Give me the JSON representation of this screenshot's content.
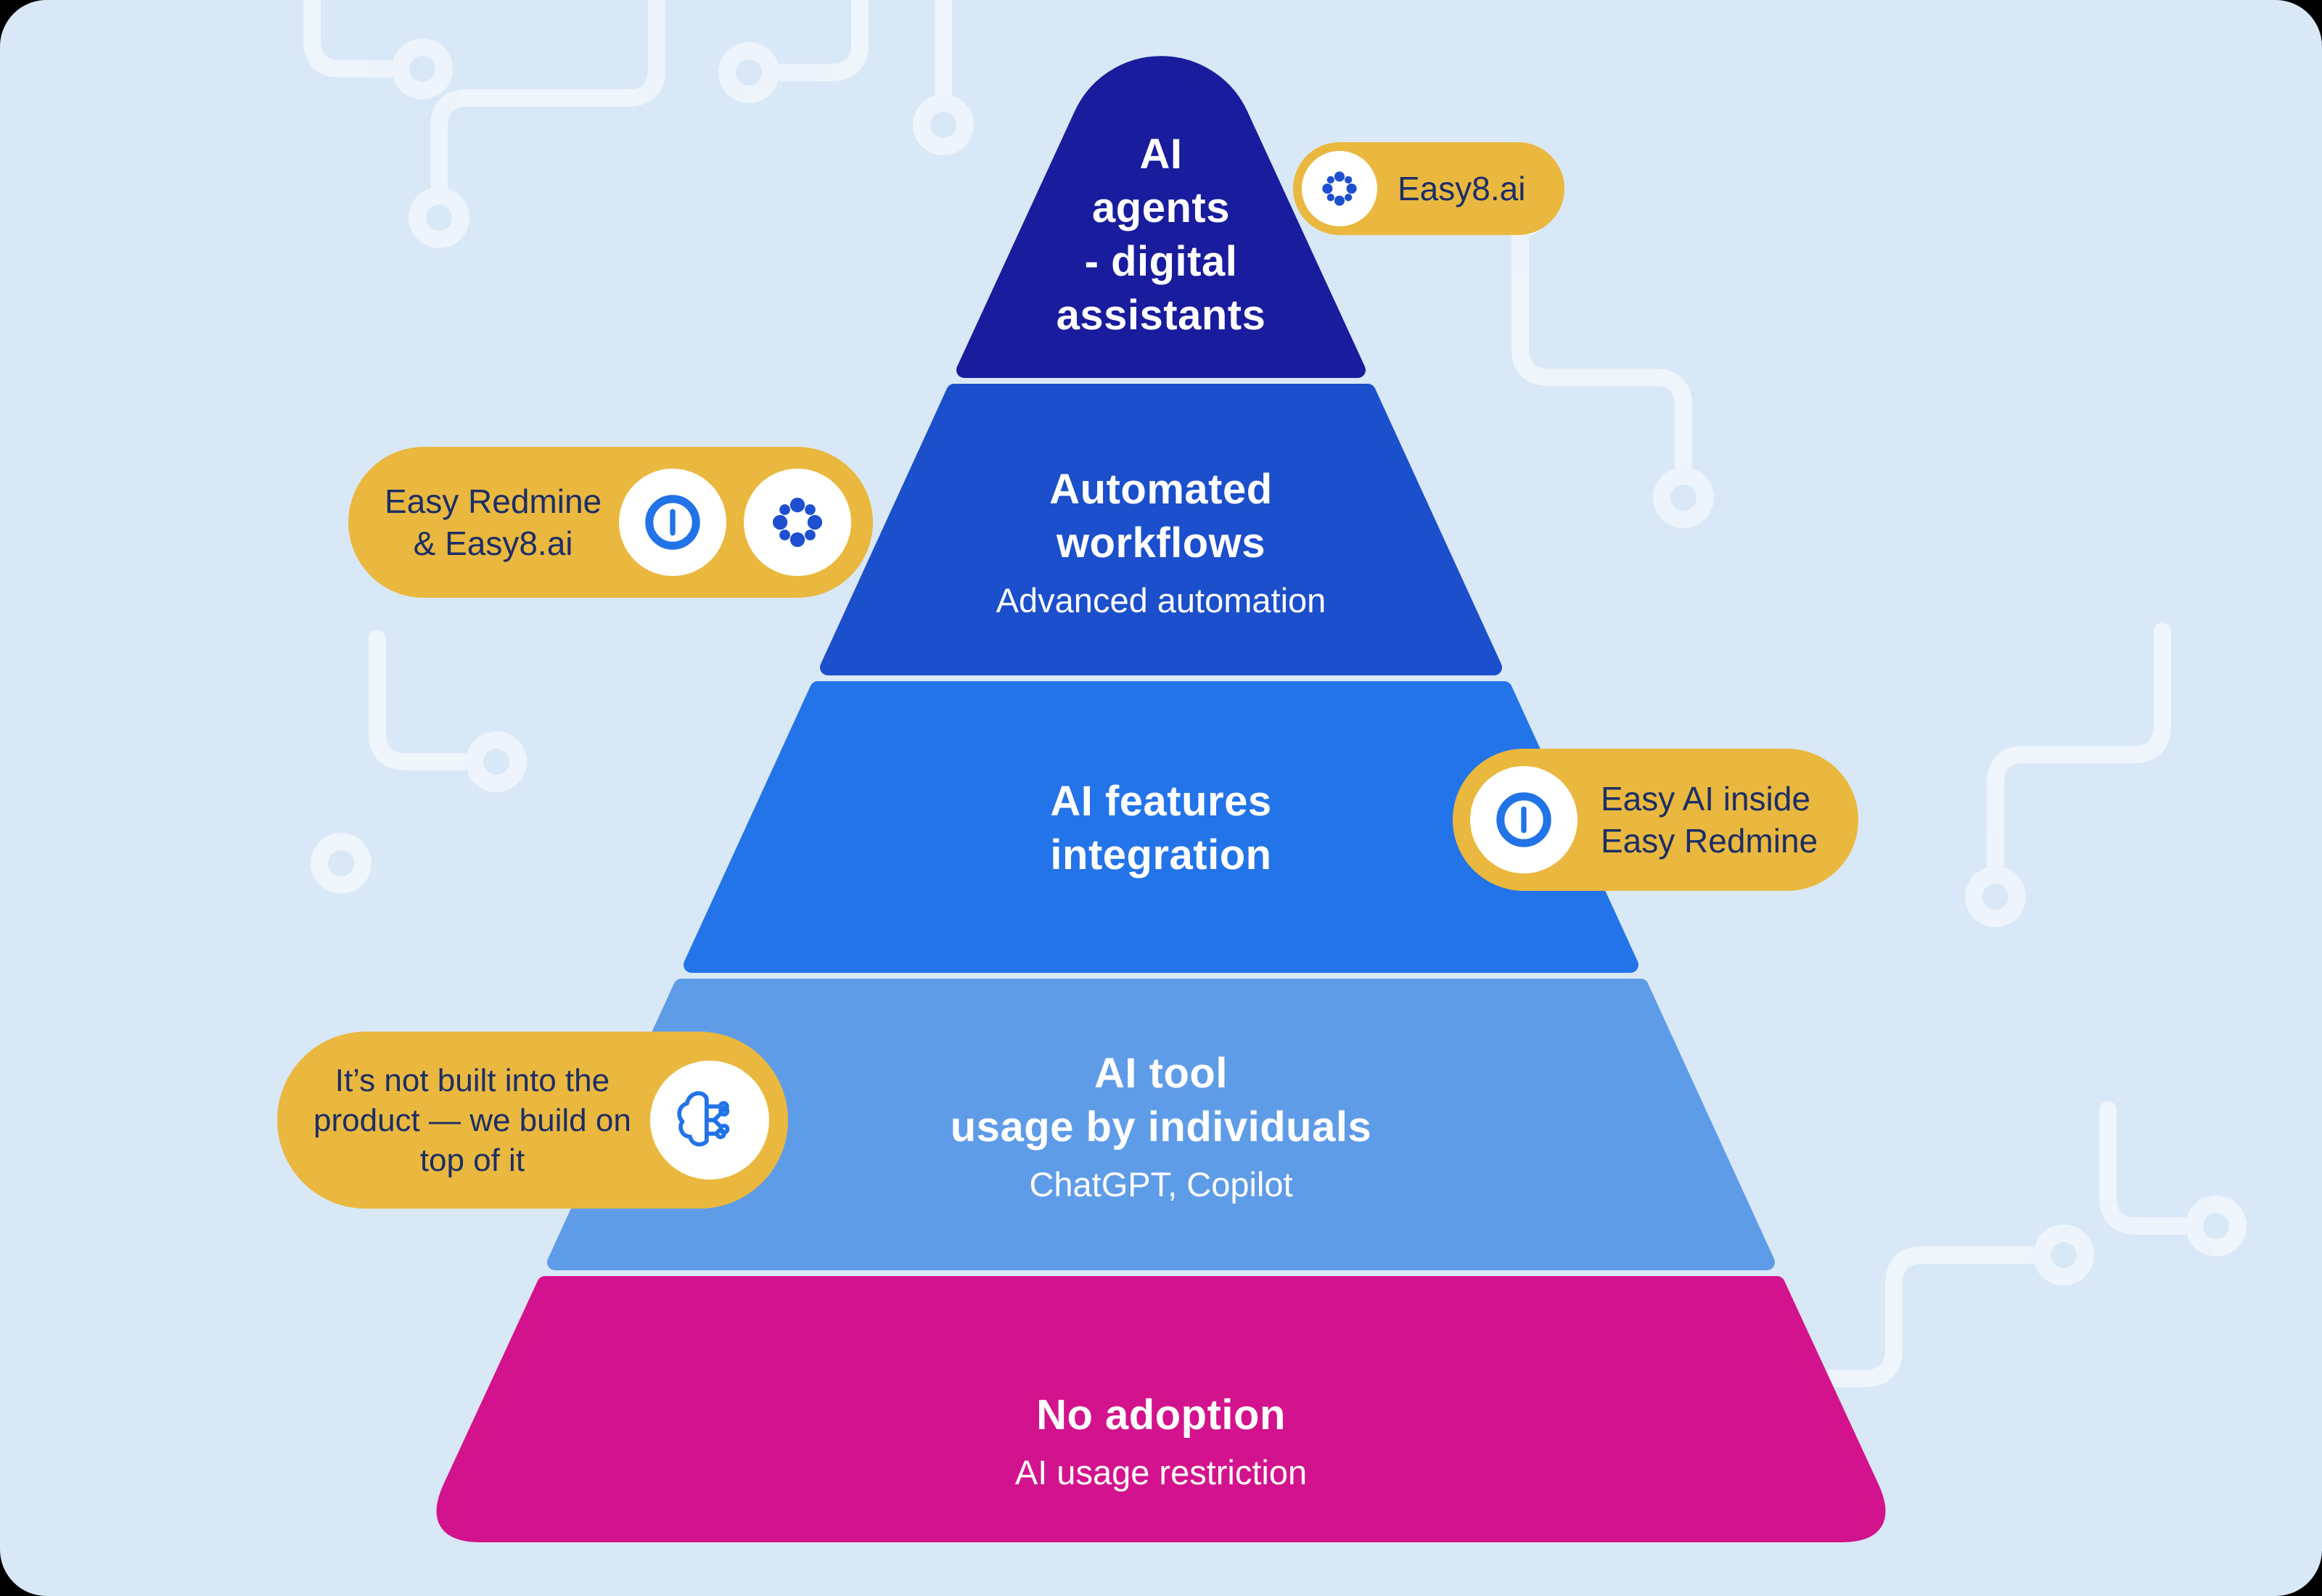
{
  "colors": {
    "page_background": "#000000",
    "canvas_background": "#d9e8f7",
    "badge_background": "#eab83e",
    "badge_text": "#1c2e66",
    "title_text": "#ffffff",
    "icon_blue": "#2273e8",
    "icon_dark_blue": "#1d4fd0",
    "decor_line": "#ffffff"
  },
  "pyramid": {
    "levels": [
      {
        "id": "ai-agents",
        "title_lines": [
          "AI",
          "agents",
          "- digital",
          "assistants"
        ],
        "subtitle": "",
        "color": "#191c9c"
      },
      {
        "id": "automated-workflows",
        "title_lines": [
          "Automated",
          "workflows"
        ],
        "subtitle": "Advanced automation",
        "color": "#1b4fcb"
      },
      {
        "id": "ai-features-integration",
        "title_lines": [
          "AI features",
          "integration"
        ],
        "subtitle": "",
        "color": "#2374e8"
      },
      {
        "id": "ai-tool-usage",
        "title_lines": [
          "AI tool",
          "usage by individuals"
        ],
        "subtitle": "ChatGPT, Copilot",
        "color": "#5f9ce8"
      },
      {
        "id": "no-adoption",
        "title_lines": [
          "No adoption"
        ],
        "subtitle": "AI usage restriction",
        "color": "#d3138d"
      }
    ]
  },
  "badges": [
    {
      "id": "easy8",
      "lines": [
        "Easy8.ai"
      ],
      "icons": [
        "easy8-icon"
      ]
    },
    {
      "id": "easy-redmine-and-easy8",
      "lines": [
        "Easy Redmine",
        "& Easy8.ai"
      ],
      "icons": [
        "easy-redmine-icon",
        "easy8-icon"
      ]
    },
    {
      "id": "easy-ai-inside",
      "lines": [
        "Easy AI inside",
        "Easy Redmine"
      ],
      "icons": [
        "easy-redmine-icon"
      ]
    },
    {
      "id": "built-on-top",
      "lines": [
        "It’s not built into the",
        "product — we build on",
        "top of it"
      ],
      "icons": [
        "brain-circuit-icon"
      ]
    }
  ]
}
